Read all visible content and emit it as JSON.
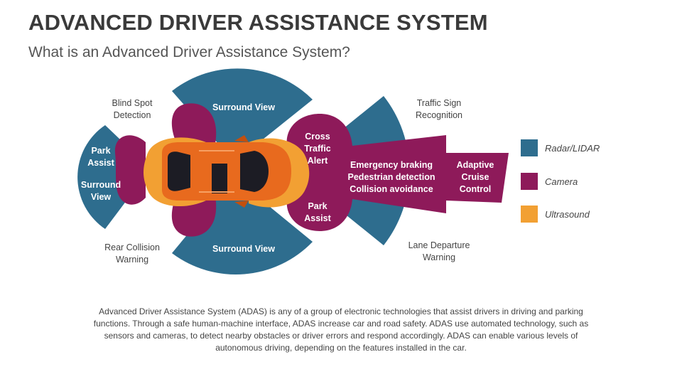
{
  "title": "ADVANCED DRIVER ASSISTANCE SYSTEM",
  "subtitle": "What is an Advanced Driver Assistance System?",
  "colors": {
    "radar": "#2e6d8e",
    "camera": "#8e1a5a",
    "ultrasound": "#f2a033",
    "car": "#e86a1e"
  },
  "outer_labels": {
    "blind_spot": "Blind Spot\nDetection",
    "rear_collision": "Rear Collision\nWarning",
    "traffic_sign": "Traffic Sign\nRecognition",
    "lane_departure": "Lane Departure\nWarning"
  },
  "zones": {
    "park_assist_rear": "Park\nAssist",
    "surround_view_rear": "Surround\nView",
    "surround_view_top": "Surround View",
    "surround_view_bottom": "Surround View",
    "cross_traffic": "Cross\nTraffic\nAlert",
    "park_assist_front": "Park\nAssist",
    "emergency": "Emergency braking\nPedestrian detection\nCollision avoidance",
    "adaptive_cruise": "Adaptive\nCruise\nControl"
  },
  "legend": [
    {
      "label": "Radar/LIDAR",
      "color": "#2e6d8e"
    },
    {
      "label": "Camera",
      "color": "#8e1a5a"
    },
    {
      "label": "Ultrasound",
      "color": "#f2a033"
    }
  ],
  "description": "Advanced Driver Assistance System (ADAS) is any of a group of electronic technologies that assist drivers in driving and parking functions. Through a safe human-machine interface, ADAS increase car and road safety. ADAS use automated technology, such as sensors and cameras, to detect nearby obstacles or driver errors and respond accordingly. ADAS can enable various levels of autonomous driving, depending on the features installed in the car."
}
